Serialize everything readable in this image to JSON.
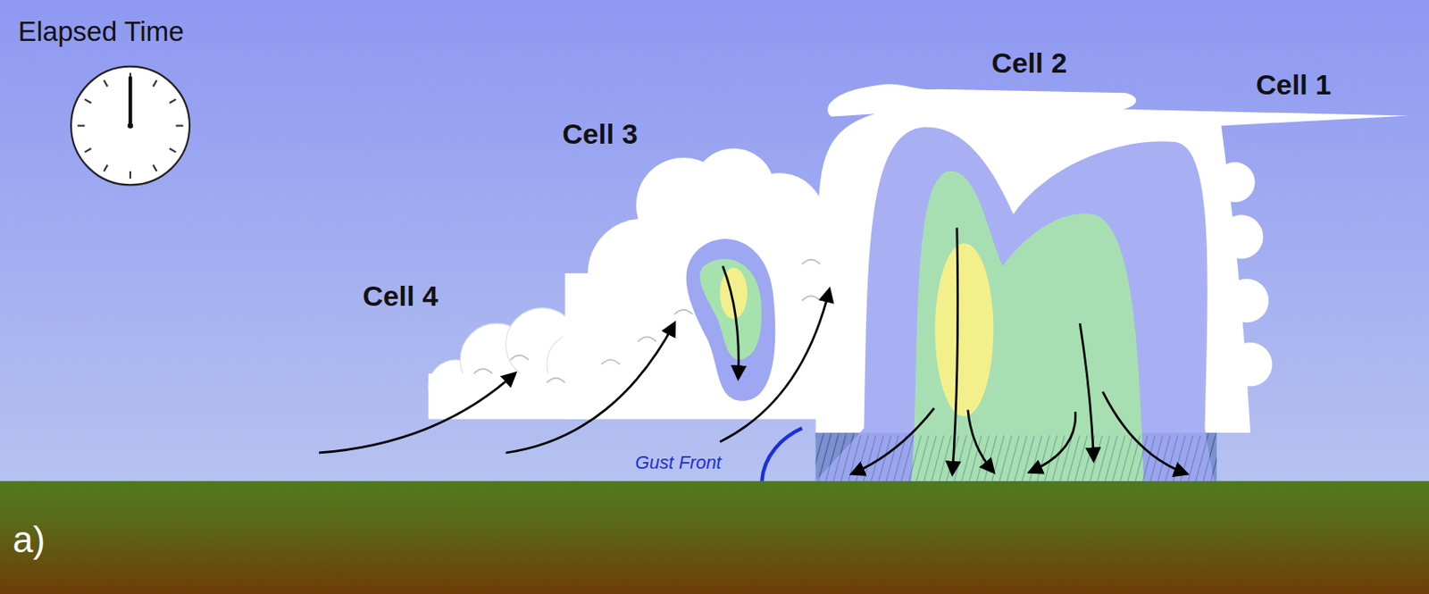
{
  "diagram": {
    "labels": [
      "Elapsed Time",
      "Cell 3",
      "Cell 4",
      "Cell 2",
      "Cell 1",
      "Gust Front",
      "a)"
    ]
  }
}
